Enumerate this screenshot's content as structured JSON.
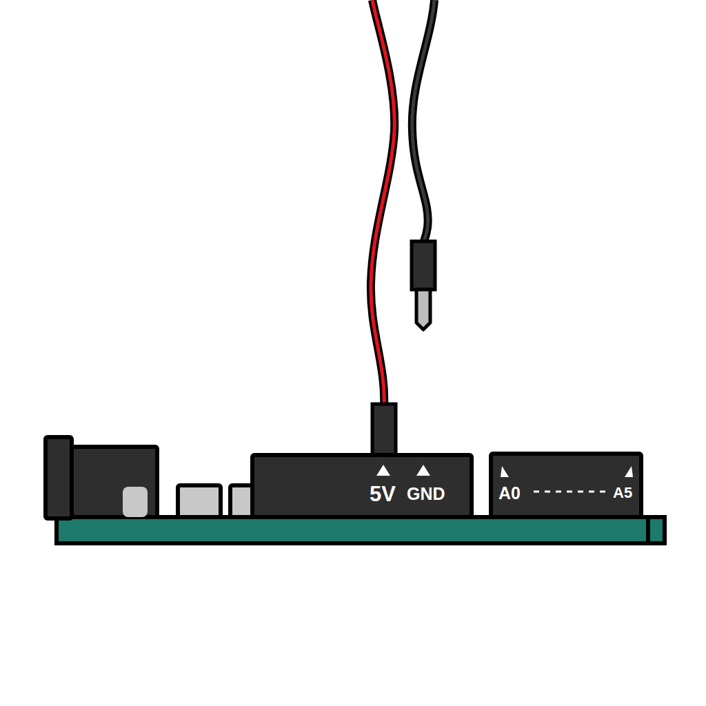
{
  "diagram": {
    "labels": [
      "5V",
      "GND",
      "A0",
      "A5"
    ]
  }
}
